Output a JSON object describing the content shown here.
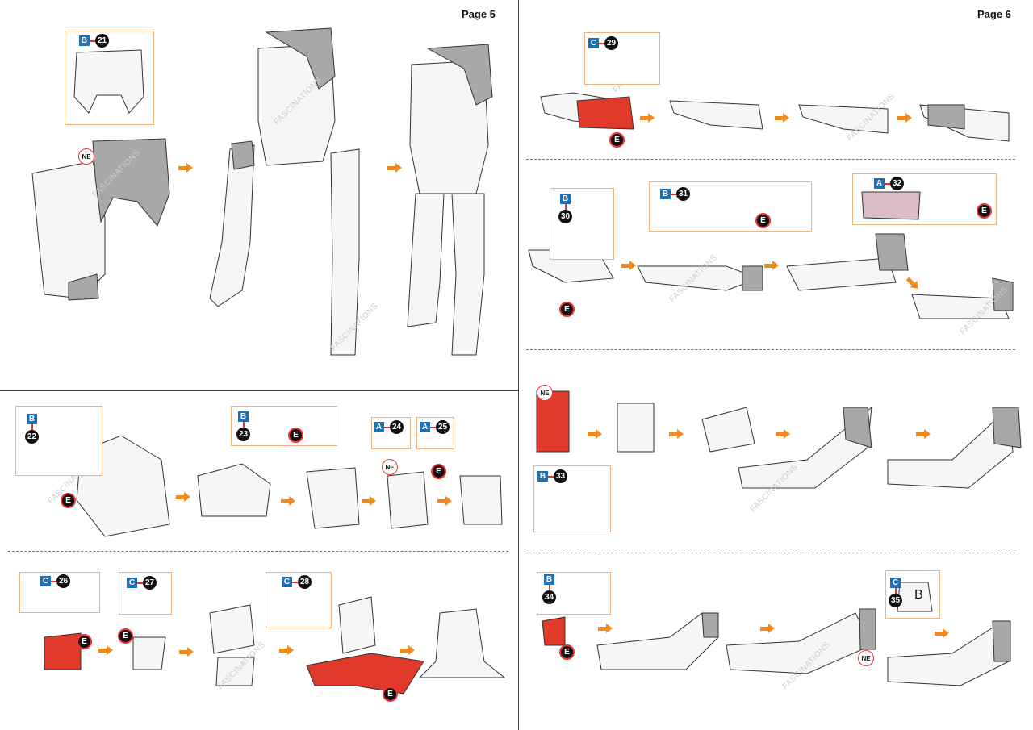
{
  "pages": {
    "left": "Page 5",
    "right": "Page 6"
  },
  "watermark": "FASCINATIONS",
  "markers": {
    "e": "E",
    "ne": "NE"
  },
  "parts": {
    "p21": {
      "sheet": "B",
      "num": "21"
    },
    "p22": {
      "sheet": "B",
      "num": "22"
    },
    "p23": {
      "sheet": "B",
      "num": "23"
    },
    "p24": {
      "sheet": "A",
      "num": "24"
    },
    "p25": {
      "sheet": "A",
      "num": "25"
    },
    "p26": {
      "sheet": "C",
      "num": "26"
    },
    "p27": {
      "sheet": "C",
      "num": "27"
    },
    "p28": {
      "sheet": "C",
      "num": "28"
    },
    "p29": {
      "sheet": "C",
      "num": "29"
    },
    "p30": {
      "sheet": "B",
      "num": "30"
    },
    "p31": {
      "sheet": "B",
      "num": "31"
    },
    "p32": {
      "sheet": "A",
      "num": "32"
    },
    "p33": {
      "sheet": "B",
      "num": "33"
    },
    "p34": {
      "sheet": "B",
      "num": "34"
    },
    "p35": {
      "sheet": "C",
      "num": "35",
      "piece_label": "B"
    }
  },
  "colors": {
    "accent": "#ee8a1f",
    "sheet_badge": "#1f6fb5",
    "marker_ring": "#e33333"
  }
}
